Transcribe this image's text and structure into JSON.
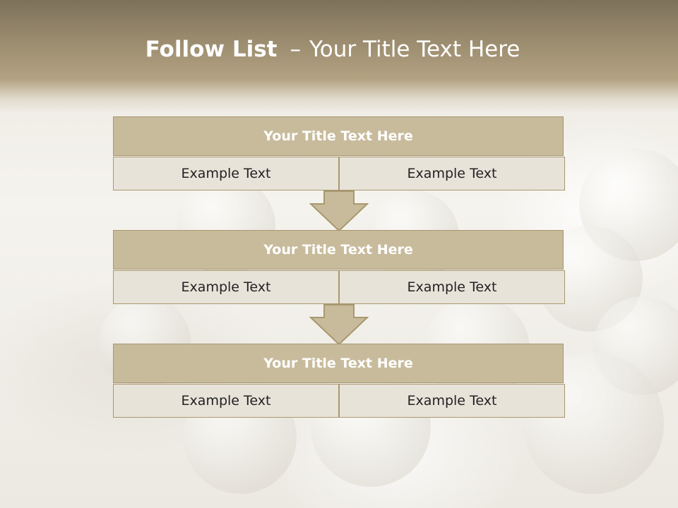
{
  "title": {
    "bold": "Follow List",
    "separator": "–",
    "rest": "Your Title Text Here"
  },
  "steps": [
    {
      "heading": "Your Title Text Here",
      "left": "Example Text",
      "right": "Example Text"
    },
    {
      "heading": "Your Title Text Here",
      "left": "Example Text",
      "right": "Example Text"
    },
    {
      "heading": "Your Title Text Here",
      "left": "Example Text",
      "right": "Example Text"
    }
  ],
  "colors": {
    "header_band": "#9a8b6e",
    "block_title_fill": "#c8bb9c",
    "cell_fill": "#e8e3d9",
    "border": "#a8986f"
  }
}
